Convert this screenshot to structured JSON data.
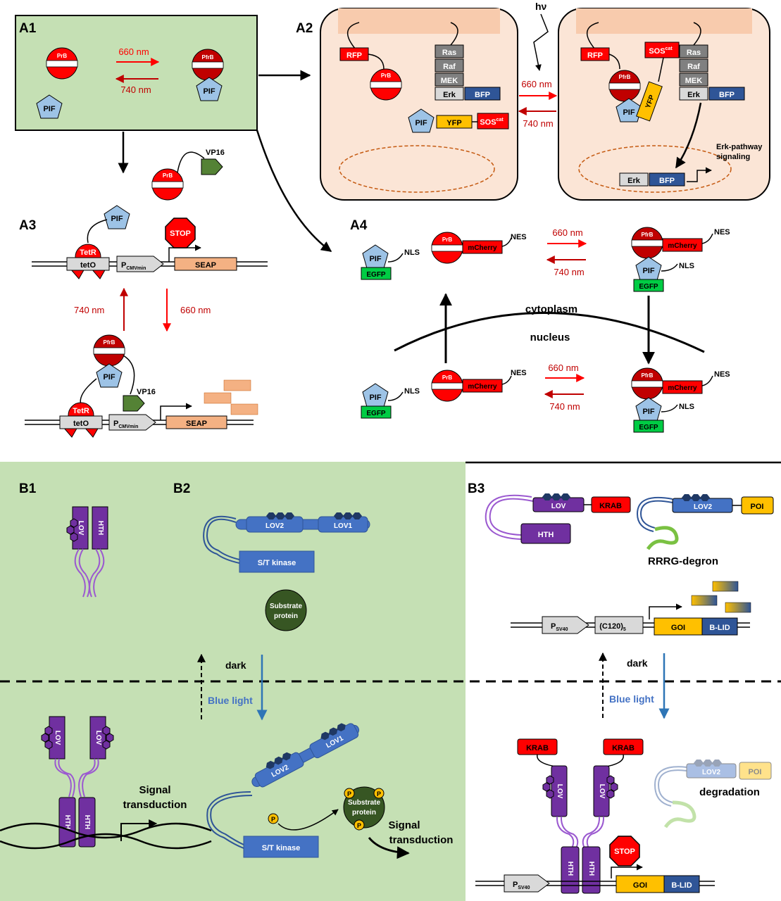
{
  "panels": {
    "a1": "A1",
    "a2": "A2",
    "a3": "A3",
    "a4": "A4",
    "b1": "B1",
    "b2": "B2",
    "b3": "B3"
  },
  "proteins": {
    "prb": "PrB",
    "pfrb": "PfrB",
    "pif": "PIF",
    "vp16": "VP16",
    "tetr": "TetR",
    "tet_o": "tetO",
    "stop": "STOP",
    "seap": "SEAP",
    "rfp": "RFP",
    "ras": "Ras",
    "raf": "Raf",
    "mek": "MEK",
    "erk": "Erk",
    "bfp": "BFP",
    "yfp": "YFP",
    "sos": "SOS",
    "sos_sup": "cat",
    "egfp": "EGFP",
    "mcherry": "mCherry",
    "nls": "NLS",
    "nes": "NES",
    "promoter_cmv": "P",
    "promoter_cmv_sub": "CMVmin",
    "promoter_sv40": "P",
    "promoter_sv40_sub": "SV40",
    "lov": "LOV",
    "lov1": "LOV1",
    "lov2": "LOV2",
    "hth": "HTH",
    "krab": "KRAB",
    "poi": "POI",
    "goi": "GOI",
    "b_lid": "B-LID",
    "c120": "(C120)",
    "c120_sub": "5",
    "st_kinase": "S/T kinase",
    "substrate_1": "Substrate",
    "substrate_2": "protein",
    "phospho": "P"
  },
  "labels": {
    "nm660": "660 nm",
    "nm740": "740 nm",
    "hv": "hν",
    "erk_signal_1": "Erk-pathway",
    "erk_signal_2": "signaling",
    "cytoplasm": "cytoplasm",
    "nucleus": "nucleus",
    "dark": "dark",
    "blue_light": "Blue light",
    "signal_1": "Signal",
    "signal_2": "transduction",
    "rrrg": "RRRG-degron",
    "degradation": "degradation"
  },
  "colors": {
    "panel_green": "#c5e0b4",
    "cell_peach": "#fbe5d6",
    "membrane": "#f8cbad",
    "red": "#ff0000",
    "dark_red": "#c00000",
    "pif_blue": "#9dc3e6",
    "bfp_blue": "#2f5597",
    "yfp_yellow": "#ffc000",
    "egfp_green": "#00cc44",
    "vp16_green": "#548235",
    "lov_purple": "#7030a0",
    "lov2_blue": "#4472c4",
    "substrate_green": "#375623",
    "seap_orange": "#f4b183",
    "light_blue_arrow": "#2e75b6"
  }
}
